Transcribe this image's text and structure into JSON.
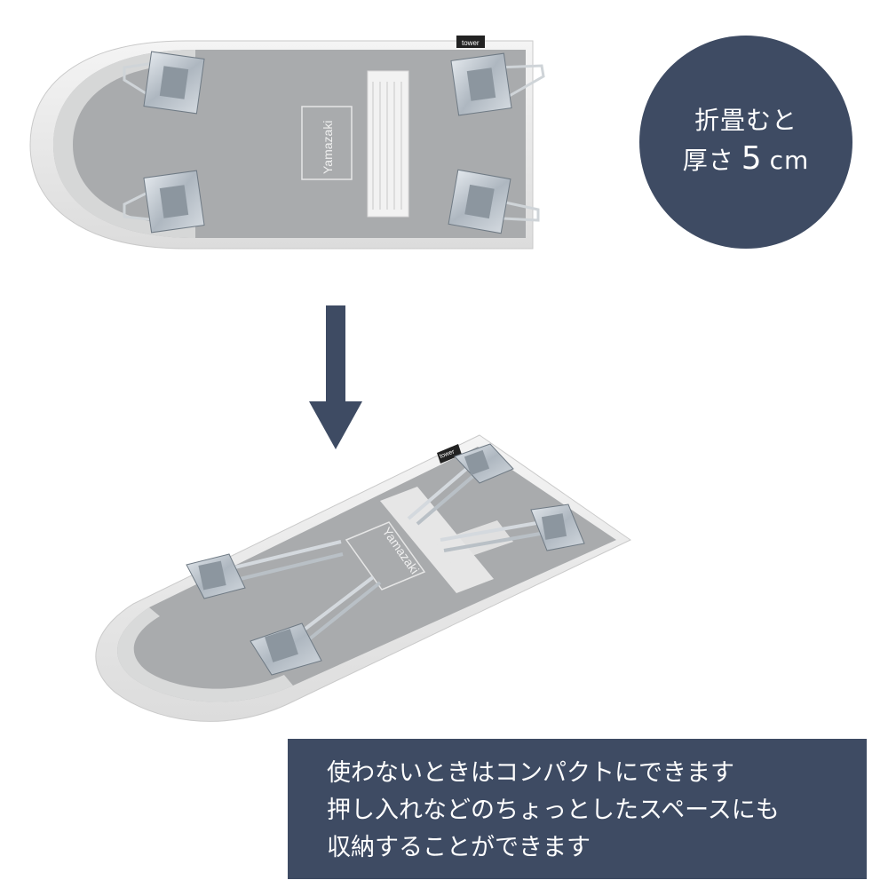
{
  "badge": {
    "line1": "折畳むと",
    "line2_prefix": "厚さ",
    "line2_value": "5",
    "line2_unit": "cm"
  },
  "boards": {
    "brand_text": "Yamazaki",
    "tag_text": "tower"
  },
  "caption": {
    "lines": [
      "使わないときはコンパクトにできます",
      "押し入れなどのちょっとしたスペースにも",
      "収納することができます"
    ]
  },
  "colors": {
    "navy": "#3e4b63",
    "board_gray": "#a9abad",
    "cover_white": "#eeeeee",
    "metal": "#c4ccd3"
  }
}
